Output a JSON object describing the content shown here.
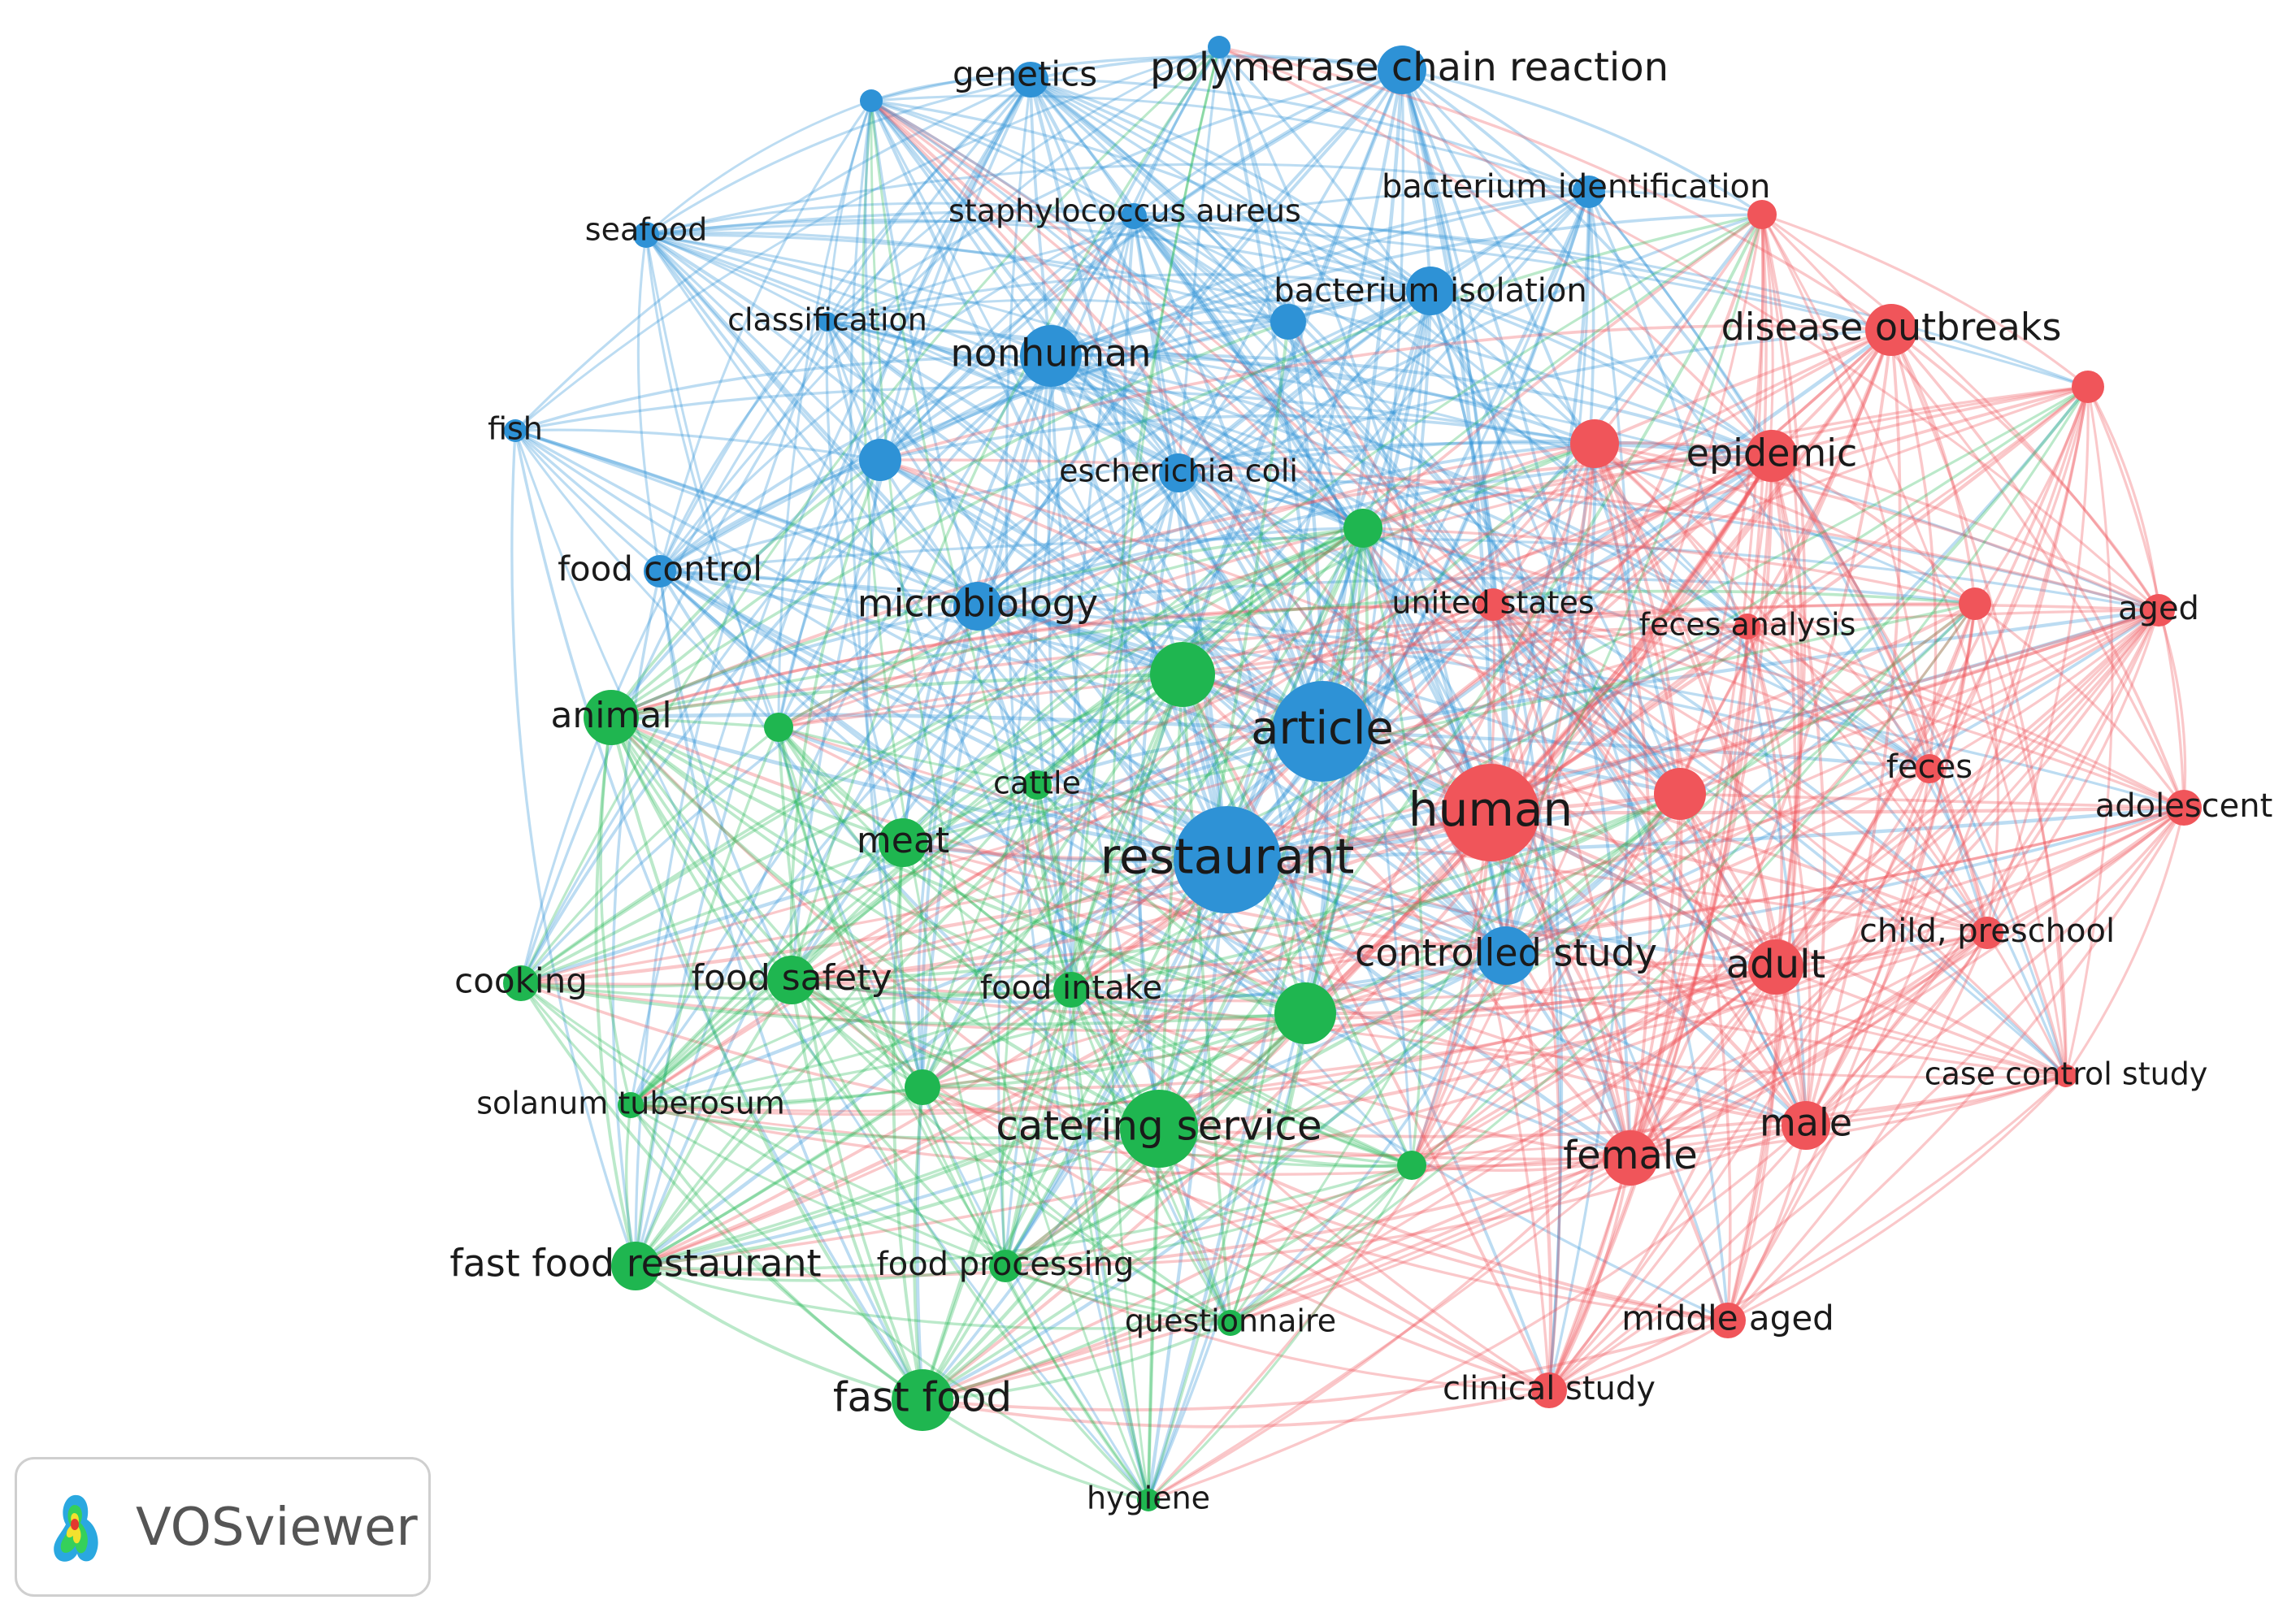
{
  "colors": {
    "red": "#f0555a",
    "green": "#1fb650",
    "blue": "#2e92d6"
  },
  "watermark": {
    "brand": "VOSviewer",
    "logo": "vosviewer-density-logo"
  },
  "network": {
    "type": "co-occurrence keyword network",
    "nodes": [
      {
        "id": "polymerase_chain_reaction",
        "label": "polymerase chain reaction",
        "cluster": "blue"
      },
      {
        "id": "genetics",
        "label": "genetics",
        "cluster": "blue"
      },
      {
        "id": "bacterium_identification",
        "label": "bacterium identification",
        "cluster": "blue"
      },
      {
        "id": "staphylococcus_aureus",
        "label": "staphylococcus aureus",
        "cluster": "blue"
      },
      {
        "id": "seafood",
        "label": "seafood",
        "cluster": "blue"
      },
      {
        "id": "classification",
        "label": "classification",
        "cluster": "blue"
      },
      {
        "id": "bacterium_isolation",
        "label": "bacterium isolation",
        "cluster": "blue"
      },
      {
        "id": "nonhuman",
        "label": "nonhuman",
        "cluster": "blue"
      },
      {
        "id": "fish",
        "label": "fish",
        "cluster": "blue"
      },
      {
        "id": "escherichia_coli",
        "label": "escherichia coli",
        "cluster": "blue"
      },
      {
        "id": "food_control",
        "label": "food control",
        "cluster": "blue"
      },
      {
        "id": "microbiology",
        "label": "microbiology",
        "cluster": "blue"
      },
      {
        "id": "article",
        "label": "article",
        "cluster": "blue"
      },
      {
        "id": "restaurant",
        "label": "restaurant",
        "cluster": "blue"
      },
      {
        "id": "controlled_study",
        "label": "controlled study",
        "cluster": "blue"
      },
      {
        "id": "disease_outbreaks",
        "label": "disease outbreaks",
        "cluster": "red"
      },
      {
        "id": "epidemic",
        "label": "epidemic",
        "cluster": "red"
      },
      {
        "id": "united_states",
        "label": "united states",
        "cluster": "red"
      },
      {
        "id": "feces_analysis",
        "label": "feces analysis",
        "cluster": "red"
      },
      {
        "id": "aged",
        "label": "aged",
        "cluster": "red"
      },
      {
        "id": "feces",
        "label": "feces",
        "cluster": "red"
      },
      {
        "id": "adolescent",
        "label": "adolescent",
        "cluster": "red"
      },
      {
        "id": "human",
        "label": "human",
        "cluster": "red"
      },
      {
        "id": "child_preschool",
        "label": "child, preschool",
        "cluster": "red"
      },
      {
        "id": "adult",
        "label": "adult",
        "cluster": "red"
      },
      {
        "id": "case_control_study",
        "label": "case control study",
        "cluster": "red"
      },
      {
        "id": "male",
        "label": "male",
        "cluster": "red"
      },
      {
        "id": "female",
        "label": "female",
        "cluster": "red"
      },
      {
        "id": "middle_aged",
        "label": "middle aged",
        "cluster": "red"
      },
      {
        "id": "clinical_study",
        "label": "clinical study",
        "cluster": "red"
      },
      {
        "id": "animal",
        "label": "animal",
        "cluster": "green"
      },
      {
        "id": "cattle",
        "label": "cattle",
        "cluster": "green"
      },
      {
        "id": "meat",
        "label": "meat",
        "cluster": "green"
      },
      {
        "id": "cooking",
        "label": "cooking",
        "cluster": "green"
      },
      {
        "id": "food_safety",
        "label": "food safety",
        "cluster": "green"
      },
      {
        "id": "food_intake",
        "label": "food intake",
        "cluster": "green"
      },
      {
        "id": "solanum_tuberosum",
        "label": "solanum tuberosum",
        "cluster": "green"
      },
      {
        "id": "catering_service",
        "label": "catering service",
        "cluster": "green"
      },
      {
        "id": "fast_food_restaurant",
        "label": "fast food restaurant",
        "cluster": "green"
      },
      {
        "id": "food_processing",
        "label": "food processing",
        "cluster": "green"
      },
      {
        "id": "questionnaire",
        "label": "questionnaire",
        "cluster": "green"
      },
      {
        "id": "fast_food",
        "label": "fast food",
        "cluster": "green"
      },
      {
        "id": "hygiene",
        "label": "hygiene",
        "cluster": "green"
      },
      {
        "id": "blue_unlabeled_1",
        "label": "",
        "cluster": "blue"
      },
      {
        "id": "blue_unlabeled_2",
        "label": "",
        "cluster": "blue"
      },
      {
        "id": "blue_unlabeled_3",
        "label": "",
        "cluster": "blue"
      },
      {
        "id": "blue_unlabeled_4",
        "label": "",
        "cluster": "blue"
      },
      {
        "id": "red_unlabeled_1",
        "label": "",
        "cluster": "red"
      },
      {
        "id": "red_unlabeled_2",
        "label": "",
        "cluster": "red"
      },
      {
        "id": "red_unlabeled_3",
        "label": "",
        "cluster": "red"
      },
      {
        "id": "red_unlabeled_4",
        "label": "",
        "cluster": "red"
      },
      {
        "id": "red_unlabeled_5",
        "label": "",
        "cluster": "red"
      },
      {
        "id": "green_unlabeled_1",
        "label": "",
        "cluster": "green"
      },
      {
        "id": "green_unlabeled_2",
        "label": "",
        "cluster": "green"
      },
      {
        "id": "green_unlabeled_3",
        "label": "",
        "cluster": "green"
      },
      {
        "id": "green_unlabeled_4",
        "label": "",
        "cluster": "green"
      },
      {
        "id": "green_unlabeled_5",
        "label": "",
        "cluster": "green"
      },
      {
        "id": "green_unlabeled_6",
        "label": "",
        "cluster": "green"
      }
    ]
  }
}
